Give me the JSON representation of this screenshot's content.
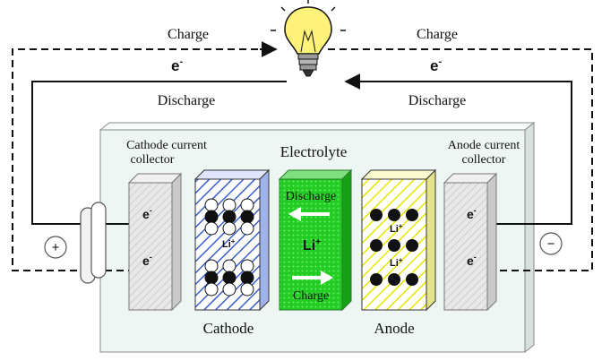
{
  "wire_labels": {
    "charge_left": "Charge",
    "charge_right": "Charge",
    "discharge_left": "Discharge",
    "discharge_right": "Discharge",
    "electron_left": "e",
    "electron_right": "e",
    "electron_sup": "-"
  },
  "cell": {
    "electrolyte": "Electrolyte",
    "cathode_collector_line1": "Cathode current",
    "cathode_collector_line2": "collector",
    "anode_collector_line1": "Anode current",
    "anode_collector_line2": "collector",
    "cathode": "Cathode",
    "anode": "Anode"
  },
  "electrolyte_block": {
    "discharge": "Discharge",
    "charge": "Charge",
    "ion": "Li",
    "ion_sup": "+"
  },
  "ions": {
    "cathode_top": "Li",
    "anode_top": "Li",
    "anode_bottom": "Li",
    "sup": "+"
  },
  "collector_electrons": {
    "cathode_top": "e",
    "cathode_bottom": "e",
    "anode_top": "e",
    "anode_bottom": "e",
    "sup": "-"
  },
  "terminals": {
    "positive": "+",
    "negative": "−"
  },
  "colors": {
    "cathode_stripe": "#3a5fcd",
    "electrolyte_green": "#22cc22",
    "anode_stripe": "#e6e600",
    "collector_gray": "#d9d9d9",
    "casing_fill": "#eef6f4",
    "bulb_yellow": "#fff27a"
  },
  "icons": {
    "bulb": "light-bulb-icon",
    "positive_terminal": "plus-circle-icon",
    "negative_terminal": "minus-circle-icon"
  }
}
